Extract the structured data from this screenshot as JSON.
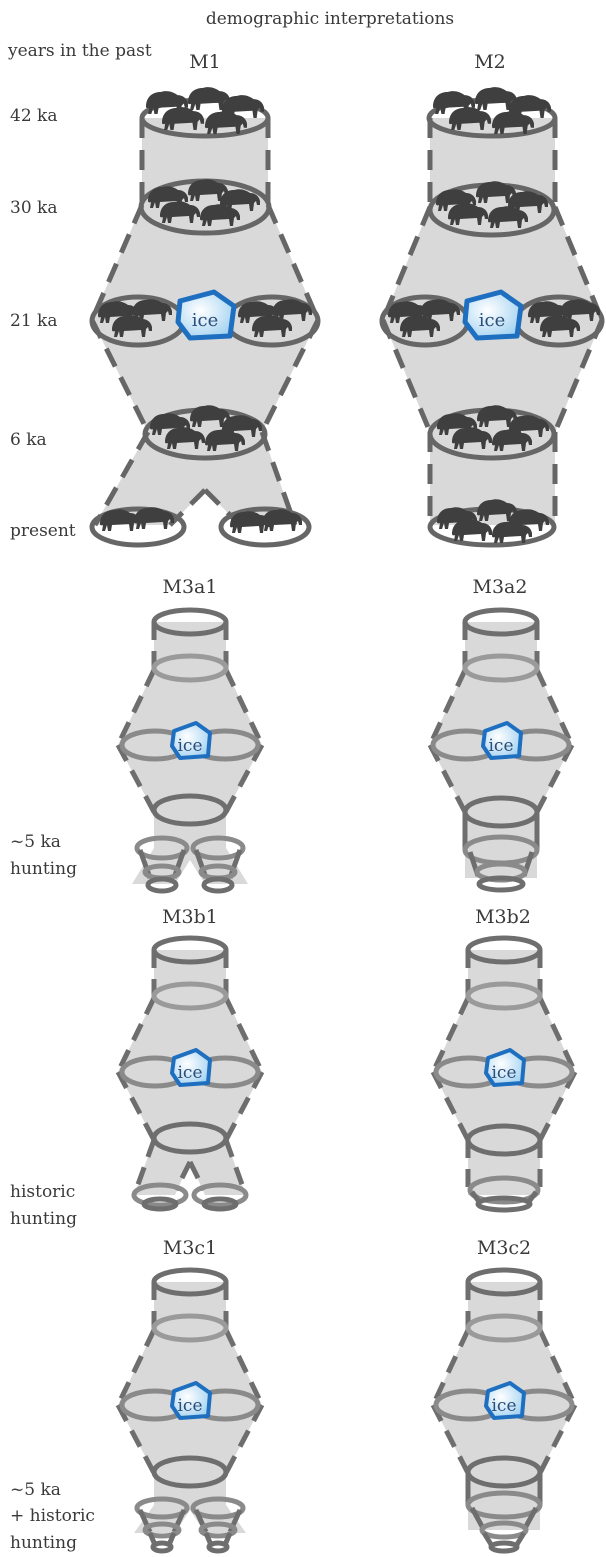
{
  "title": "demographic interpretations",
  "time_axis": {
    "heading": "years in the past",
    "ticks": [
      "42 ka",
      "30 ka",
      "21 ka",
      "6 ka",
      "present"
    ]
  },
  "ice_label": "ice",
  "models": {
    "m1": "M1",
    "m2": "M2",
    "m3a1": "M3a1",
    "m3a2": "M3a2",
    "m3b1": "M3b1",
    "m3b2": "M3b2",
    "m3c1": "M3c1",
    "m3c2": "M3c2"
  },
  "scenarios": {
    "a": [
      "~5 ka",
      "hunting"
    ],
    "b": [
      "historic",
      "hunting"
    ],
    "c": [
      "~5 ka",
      "+ historic",
      "hunting"
    ]
  },
  "colors": {
    "fill": "#d9d9d9",
    "stroke_dark": "#666666",
    "stroke_light": "#999999",
    "bison": "#3f3f3f",
    "ice_stroke": "#1e6fc0",
    "ice_fill": "#cfe8f7"
  },
  "icons": [
    "bison-herd-icon",
    "ice-sheet-icon"
  ]
}
